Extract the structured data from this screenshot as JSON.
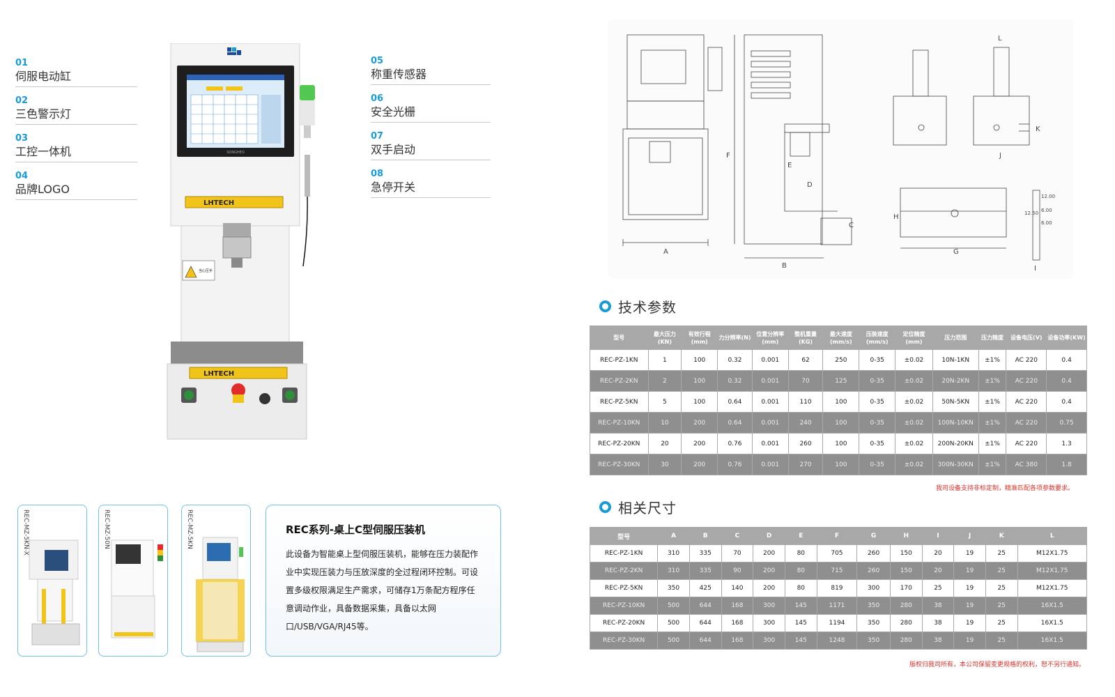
{
  "features_left": [
    {
      "num": "01",
      "label": "伺服电动缸"
    },
    {
      "num": "02",
      "label": "三色警示灯"
    },
    {
      "num": "03",
      "label": "工控一体机"
    },
    {
      "num": "04",
      "label": "品牌LOGO"
    }
  ],
  "features_right": [
    {
      "num": "05",
      "label": "称重传感器"
    },
    {
      "num": "06",
      "label": "安全光栅"
    },
    {
      "num": "07",
      "label": "双手启动"
    },
    {
      "num": "08",
      "label": "急停开关"
    }
  ],
  "machine": {
    "brand_text": "SONGHEO",
    "light_curtain_text": "LHTECH",
    "warning_text": "当心压手"
  },
  "thumbnails": [
    {
      "label": "REC-MZ-5KN-X"
    },
    {
      "label": "REC-MZ-50N"
    },
    {
      "label": "REC-MZ-5KN"
    }
  ],
  "description": {
    "title": "REC系列-桌上C型伺服压装机",
    "body": "此设备为智能桌上型伺服压装机，能够在压力装配作业中实现压装力与压放深度的全过程闭环控制。可设置多级权限满足生产需求，可储存1万条配方程序任意调动作业，具备数据采集，具备以太网口/USB/VGA/RJ45等。"
  },
  "drawing_labels": {
    "A": "A",
    "B": "B",
    "C": "C",
    "D": "D",
    "E": "E",
    "F": "F",
    "G": "G",
    "H": "H",
    "I": "I",
    "J": "J",
    "K": "K",
    "L": "L",
    "dim1": "12.00",
    "dim2": "12.50",
    "dim3": "6.00",
    "dim4": "6.00"
  },
  "spec_section": {
    "title": "技术参数",
    "headers": [
      "型号",
      "最大压力(KN)",
      "有效行程(mm)",
      "力分辨率(N)",
      "位置分辨率(mm)",
      "整机重量(KG)",
      "最大速度(mm/s)",
      "压装速度(mm/s)",
      "定位精度(mm)",
      "压力范围",
      "压力精度",
      "设备电压(V)",
      "设备功率(KW)"
    ],
    "rows": [
      [
        "REC-PZ-1KN",
        "1",
        "100",
        "0.32",
        "0.001",
        "62",
        "250",
        "0-35",
        "±0.02",
        "10N-1KN",
        "±1%",
        "AC 220",
        "0.4"
      ],
      [
        "REC-PZ-2KN",
        "2",
        "100",
        "0.32",
        "0.001",
        "70",
        "125",
        "0-35",
        "±0.02",
        "20N-2KN",
        "±1%",
        "AC 220",
        "0.4"
      ],
      [
        "REC-PZ-5KN",
        "5",
        "100",
        "0.64",
        "0.001",
        "110",
        "100",
        "0-35",
        "±0.02",
        "50N-5KN",
        "±1%",
        "AC 220",
        "0.4"
      ],
      [
        "REC-PZ-10KN",
        "10",
        "200",
        "0.64",
        "0.001",
        "240",
        "100",
        "0-35",
        "±0.02",
        "100N-10KN",
        "±1%",
        "AC 220",
        "0.75"
      ],
      [
        "REC-PZ-20KN",
        "20",
        "200",
        "0.76",
        "0.001",
        "260",
        "100",
        "0-35",
        "±0.02",
        "200N-20KN",
        "±1%",
        "AC 220",
        "1.3"
      ],
      [
        "REC-PZ-30KN",
        "30",
        "200",
        "0.76",
        "0.001",
        "270",
        "100",
        "0-35",
        "±0.02",
        "300N-30KN",
        "±1%",
        "AC 380",
        "1.8"
      ]
    ],
    "note": "我司设备支持非标定制，精准匹配各项参数要求。"
  },
  "dims_section": {
    "title": "相关尺寸",
    "headers": [
      "型号",
      "A",
      "B",
      "C",
      "D",
      "E",
      "F",
      "G",
      "H",
      "I",
      "J",
      "K",
      "L"
    ],
    "rows": [
      [
        "REC-PZ-1KN",
        "310",
        "335",
        "70",
        "200",
        "80",
        "705",
        "260",
        "150",
        "20",
        "19",
        "25",
        "M12X1.75"
      ],
      [
        "REC-PZ-2KN",
        "310",
        "335",
        "90",
        "200",
        "80",
        "715",
        "260",
        "150",
        "20",
        "19",
        "25",
        "M12X1.75"
      ],
      [
        "REC-PZ-5KN",
        "350",
        "425",
        "140",
        "200",
        "80",
        "819",
        "300",
        "170",
        "25",
        "19",
        "25",
        "M12X1.75"
      ],
      [
        "REC-PZ-10KN",
        "500",
        "644",
        "168",
        "300",
        "145",
        "1171",
        "350",
        "280",
        "38",
        "19",
        "25",
        "16X1.5"
      ],
      [
        "REC-PZ-20KN",
        "500",
        "644",
        "168",
        "300",
        "145",
        "1194",
        "350",
        "280",
        "38",
        "19",
        "25",
        "16X1.5"
      ],
      [
        "REC-PZ-30KN",
        "500",
        "644",
        "168",
        "300",
        "145",
        "1248",
        "350",
        "280",
        "38",
        "19",
        "25",
        "16X1.5"
      ]
    ],
    "note": "版权归我司所有，本公司保留变更规格的权利，恕不另行通知。"
  },
  "colors": {
    "accent": "#1a9bd7",
    "note": "#e0302a",
    "header_gray": "#a8a8a8",
    "row_dark": "#8f8f8f",
    "light_curtain": "#f2c318"
  }
}
